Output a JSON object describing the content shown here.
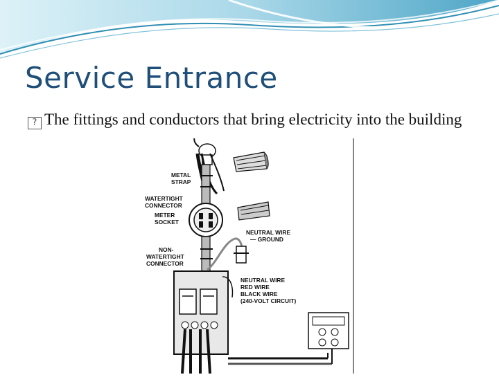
{
  "slide": {
    "title": "Service Entrance",
    "bullet": {
      "icon": "box-bullet-icon",
      "text": "The fittings and conductors that bring electricity into the building"
    },
    "colors": {
      "title": "#1f4e79",
      "wave_dark": "#2f8fb3",
      "wave_light": "#bfe3ef"
    }
  },
  "diagram": {
    "labels": {
      "metal_strap": [
        "METAL",
        "STRAP"
      ],
      "watertight_connector": [
        "WATERTIGHT",
        "CONNECTOR"
      ],
      "meter_socket": [
        "METER",
        "SOCKET"
      ],
      "nonwatertight_connector": [
        "NON-",
        "WATERTIGHT",
        "CONNECTOR"
      ],
      "neutral_ground": [
        "NEUTRAL WIRE",
        "— GROUND"
      ],
      "circuit_wires": [
        "NEUTRAL WIRE",
        "RED WIRE",
        "BLACK WIRE",
        "(240-VOLT CIRCUIT)"
      ]
    }
  }
}
